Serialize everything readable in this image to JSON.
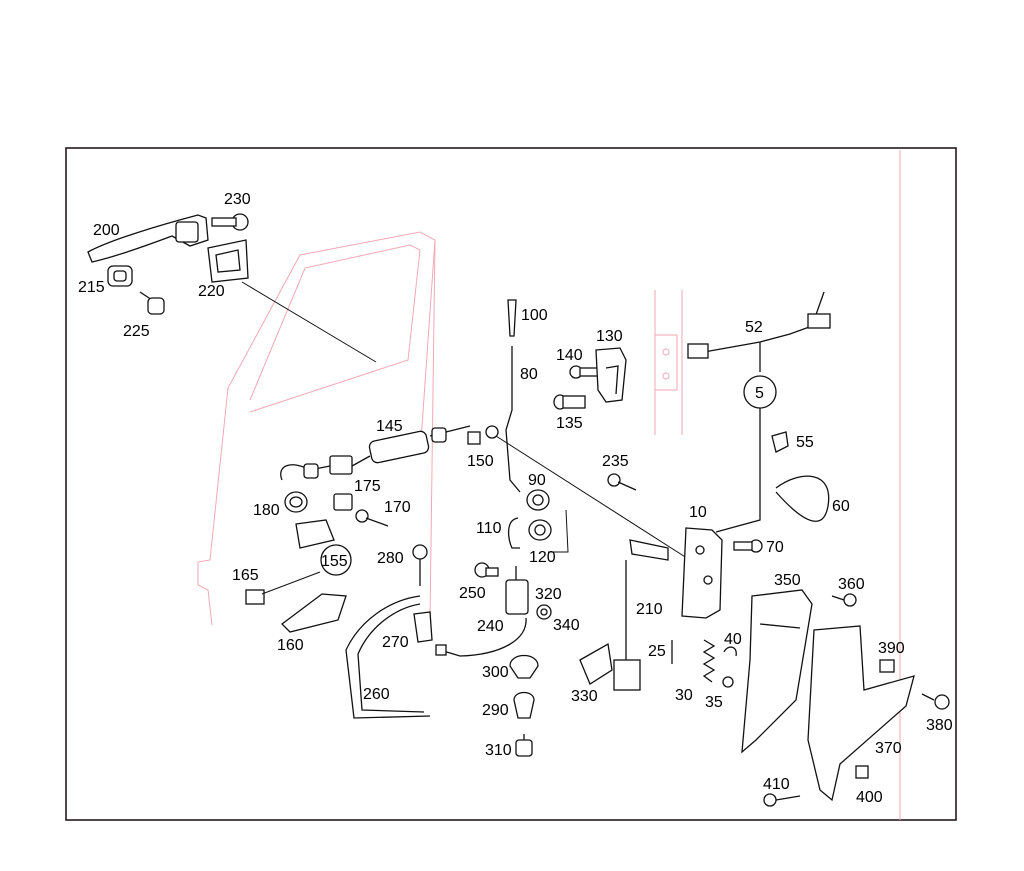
{
  "labels": {
    "l5": "5",
    "l10": "10",
    "l25": "25",
    "l30": "30",
    "l35": "35",
    "l40": "40",
    "l52": "52",
    "l55": "55",
    "l60": "60",
    "l70": "70",
    "l80": "80",
    "l90": "90",
    "l100": "100",
    "l110": "110",
    "l120": "120",
    "l130": "130",
    "l135": "135",
    "l140": "140",
    "l145": "145",
    "l150": "150",
    "l155": "155",
    "l160": "160",
    "l165": "165",
    "l170": "170",
    "l175": "175",
    "l180": "180",
    "l200": "200",
    "l210": "210",
    "l215": "215",
    "l220": "220",
    "l225": "225",
    "l230": "230",
    "l235": "235",
    "l240": "240",
    "l250": "250",
    "l260": "260",
    "l270": "270",
    "l280": "280",
    "l290": "290",
    "l300": "300",
    "l310": "310",
    "l320": "320",
    "l330": "330",
    "l340": "340",
    "l350": "350",
    "l360": "360",
    "l370": "370",
    "l380": "380",
    "l390": "390",
    "l400": "400",
    "l410": "410"
  }
}
